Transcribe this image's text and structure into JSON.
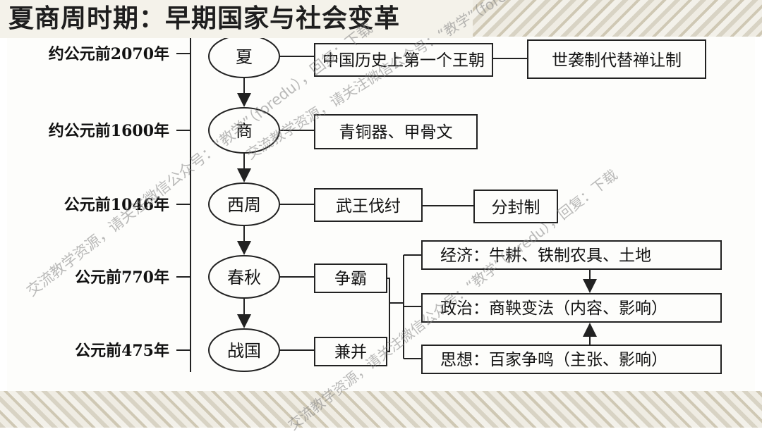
{
  "title": "夏商周时期：早期国家与社会变革",
  "timeline": [
    "约公元前2070年",
    "约公元前1600年",
    "公元前1046年",
    "公元前770年",
    "公元前475年"
  ],
  "periods": [
    "夏",
    "商",
    "西周",
    "春秋",
    "战国"
  ],
  "boxes": {
    "xia_desc": "中国历史上第一个王朝",
    "xia_system": "世袭制代替禅让制",
    "shang_desc": "青铜器、甲骨文",
    "xizhou_event": "武王伐纣",
    "xizhou_system": "分封制",
    "chunqiu_event": "争霸",
    "zhanguo_event": "兼并",
    "economy": "经济：牛耕、铁制农具、土地",
    "politics": "政治：商鞅变法（内容、影响）",
    "thought": "思想：百家争鸣（主张、影响）"
  },
  "watermarks": [
    "交流教学资源，请关注微信公众号：“教学”（foredu），回复：下载",
    "交流教学资源，请关注微信公众号：“教学”（foredu），回复：下载",
    "交流教学资源，请关注微信公众号：“教学”（foredu），回复：下载"
  ]
}
